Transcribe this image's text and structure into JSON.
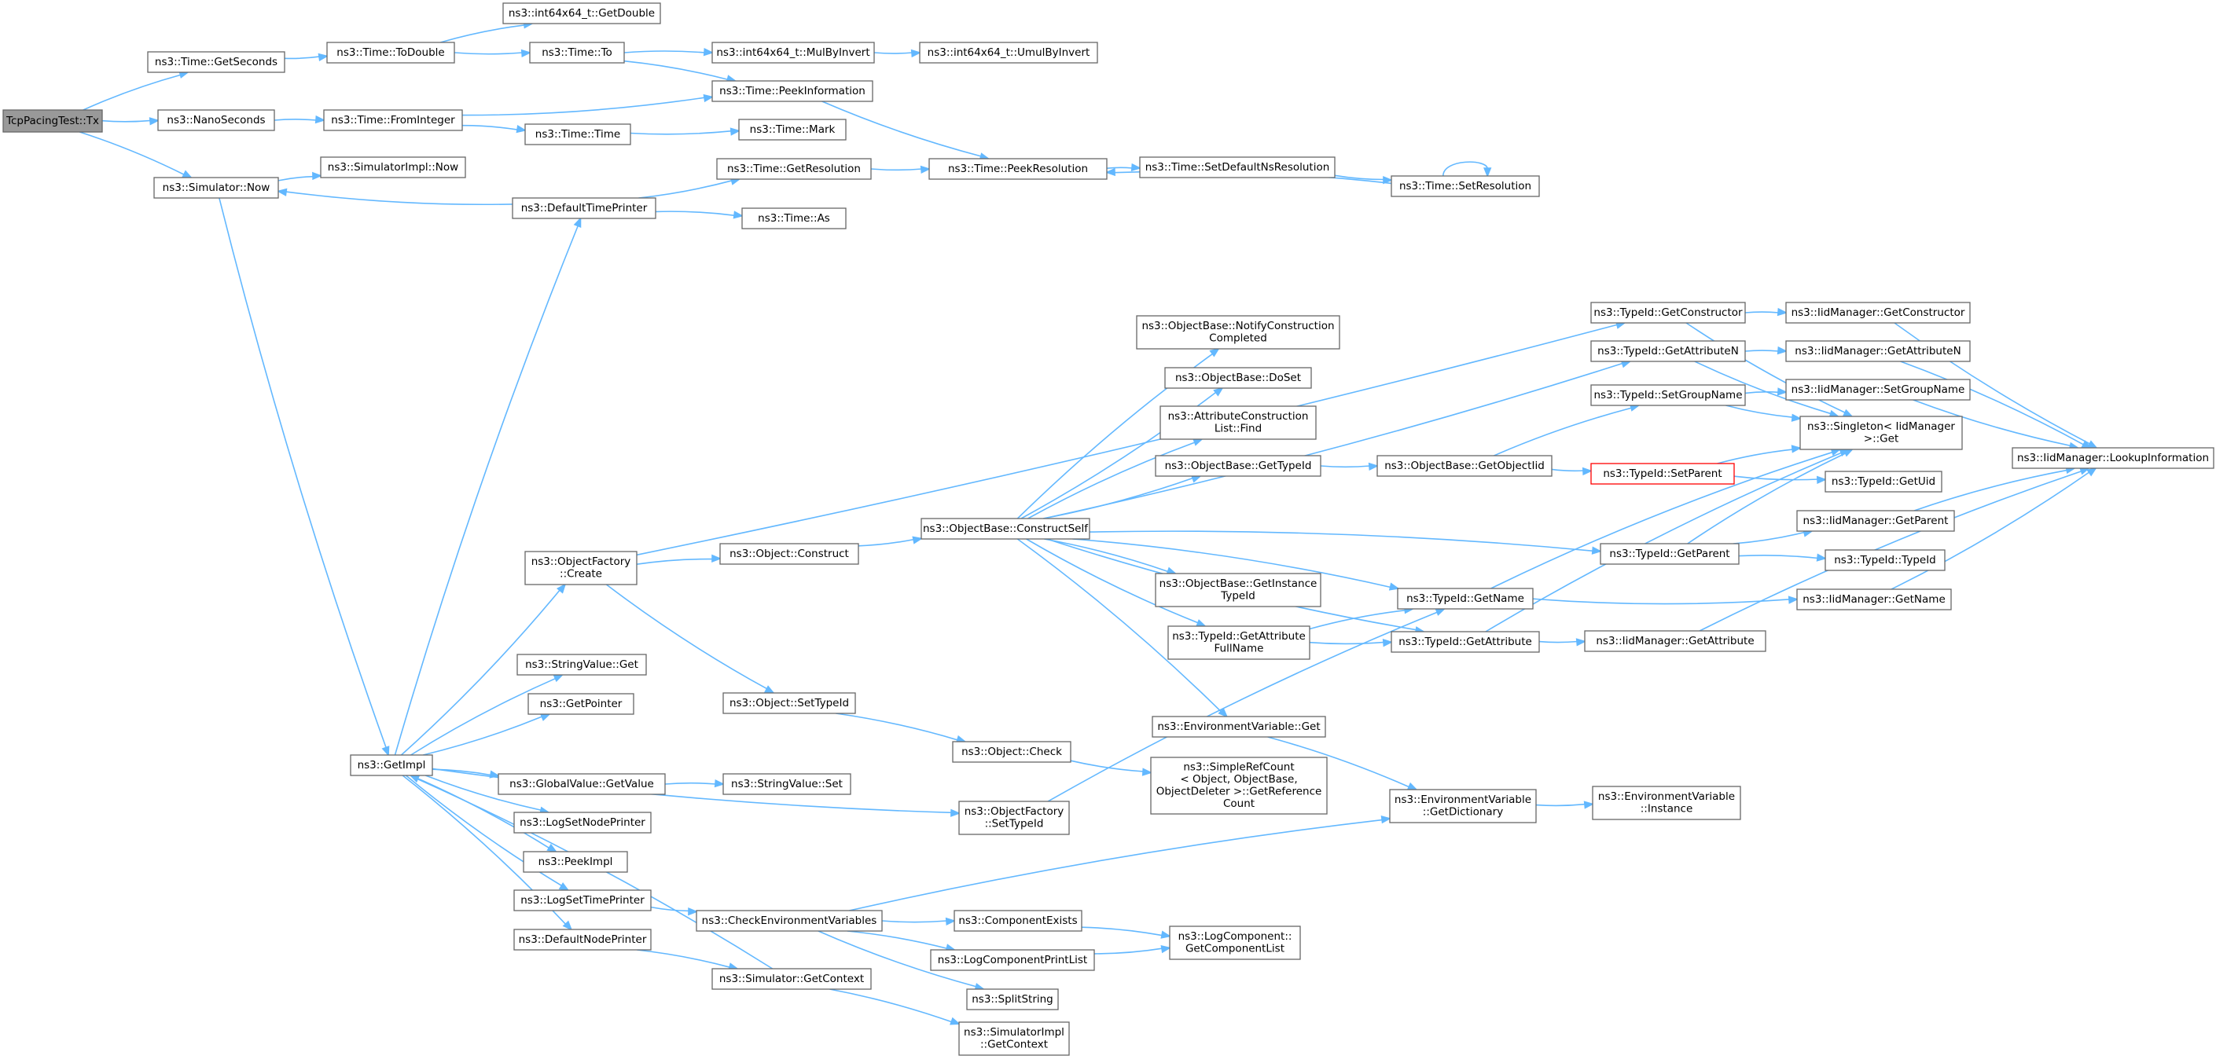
{
  "diagram": {
    "colors": {
      "edge": "#63b8ff",
      "node_border": "#666666",
      "root_fill": "#999999",
      "root_border": "#666666",
      "highlight_border": "#ff0000",
      "node_fill": "#ffffff"
    },
    "nodes": [
      {
        "id": "tx",
        "lines": [
          "TcpPacingTest::Tx"
        ],
        "style": "root"
      },
      {
        "id": "getseconds",
        "lines": [
          "ns3::Time::GetSeconds"
        ]
      },
      {
        "id": "nanoseconds",
        "lines": [
          "ns3::NanoSeconds"
        ]
      },
      {
        "id": "simnow",
        "lines": [
          "ns3::Simulator::Now"
        ]
      },
      {
        "id": "todouble",
        "lines": [
          "ns3::Time::ToDouble"
        ]
      },
      {
        "id": "getdouble",
        "lines": [
          "ns3::int64x64_t::GetDouble"
        ]
      },
      {
        "id": "timeto",
        "lines": [
          "ns3::Time::To"
        ]
      },
      {
        "id": "mulbyinvert",
        "lines": [
          "ns3::int64x64_t::MulByInvert"
        ]
      },
      {
        "id": "umulbyinvert",
        "lines": [
          "ns3::int64x64_t::UmulByInvert"
        ]
      },
      {
        "id": "peekinfo",
        "lines": [
          "ns3::Time::PeekInformation"
        ]
      },
      {
        "id": "frominteger",
        "lines": [
          "ns3::Time::FromInteger"
        ]
      },
      {
        "id": "timetime",
        "lines": [
          "ns3::Time::Time"
        ]
      },
      {
        "id": "mark",
        "lines": [
          "ns3::Time::Mark"
        ]
      },
      {
        "id": "simimplnow",
        "lines": [
          "ns3::SimulatorImpl::Now"
        ]
      },
      {
        "id": "dtp",
        "lines": [
          "ns3::DefaultTimePrinter"
        ]
      },
      {
        "id": "getresolution",
        "lines": [
          "ns3::Time::GetResolution"
        ]
      },
      {
        "id": "timeas",
        "lines": [
          "ns3::Time::As"
        ]
      },
      {
        "id": "peekresolution",
        "lines": [
          "ns3::Time::PeekResolution"
        ]
      },
      {
        "id": "setdefaultns",
        "lines": [
          "ns3::Time::SetDefaultNsResolution"
        ]
      },
      {
        "id": "setresolution",
        "lines": [
          "ns3::Time::SetResolution"
        ]
      },
      {
        "id": "getimpl",
        "lines": [
          "ns3::GetImpl"
        ]
      },
      {
        "id": "ofcreate",
        "lines": [
          "ns3::ObjectFactory",
          "::Create"
        ]
      },
      {
        "id": "stringvalueget",
        "lines": [
          "ns3::StringValue::Get"
        ]
      },
      {
        "id": "getpointer",
        "lines": [
          "ns3::GetPointer"
        ]
      },
      {
        "id": "globalvalue",
        "lines": [
          "ns3::GlobalValue::GetValue"
        ]
      },
      {
        "id": "logsetnode",
        "lines": [
          "ns3::LogSetNodePrinter"
        ]
      },
      {
        "id": "peekimpl",
        "lines": [
          "ns3::PeekImpl"
        ]
      },
      {
        "id": "logsettime",
        "lines": [
          "ns3::LogSetTimePrinter"
        ]
      },
      {
        "id": "defnodeprinter",
        "lines": [
          "ns3::DefaultNodePrinter"
        ]
      },
      {
        "id": "stringvalueset",
        "lines": [
          "ns3::StringValue::Set"
        ]
      },
      {
        "id": "objconstruct",
        "lines": [
          "ns3::Object::Construct"
        ]
      },
      {
        "id": "objsettypeid",
        "lines": [
          "ns3::Object::SetTypeId"
        ]
      },
      {
        "id": "objcheck",
        "lines": [
          "ns3::Object::Check"
        ]
      },
      {
        "id": "ofsettypeid",
        "lines": [
          "ns3::ObjectFactory",
          "::SetTypeId"
        ]
      },
      {
        "id": "checkenv",
        "lines": [
          "ns3::CheckEnvironmentVariables"
        ]
      },
      {
        "id": "simgetcontext",
        "lines": [
          "ns3::Simulator::GetContext"
        ]
      },
      {
        "id": "simimplgetcontext",
        "lines": [
          "ns3::SimulatorImpl",
          "::GetContext"
        ]
      },
      {
        "id": "compexists",
        "lines": [
          "ns3::ComponentExists"
        ]
      },
      {
        "id": "logcompprint",
        "lines": [
          "ns3::LogComponentPrintList"
        ]
      },
      {
        "id": "splitstring",
        "lines": [
          "ns3::SplitString"
        ]
      },
      {
        "id": "logcompgetlist",
        "lines": [
          "ns3::LogComponent::",
          "GetComponentList"
        ]
      },
      {
        "id": "constructself",
        "lines": [
          "ns3::ObjectBase::ConstructSelf"
        ]
      },
      {
        "id": "notifyconstr",
        "lines": [
          "ns3::ObjectBase::NotifyConstruction",
          "Completed"
        ]
      },
      {
        "id": "doset",
        "lines": [
          "ns3::ObjectBase::DoSet"
        ]
      },
      {
        "id": "attrconstrfind",
        "lines": [
          "ns3::AttributeConstruction",
          "List::Find"
        ]
      },
      {
        "id": "objbasegettypeid",
        "lines": [
          "ns3::ObjectBase::GetTypeId"
        ]
      },
      {
        "id": "getinstancetypeid",
        "lines": [
          "ns3::ObjectBase::GetInstance",
          "TypeId"
        ]
      },
      {
        "id": "getattrfullname",
        "lines": [
          "ns3::TypeId::GetAttribute",
          "FullName"
        ]
      },
      {
        "id": "envvarget",
        "lines": [
          "ns3::EnvironmentVariable::Get"
        ]
      },
      {
        "id": "simplerefcount",
        "lines": [
          "ns3::SimpleRefCount",
          "< Object, ObjectBase,",
          "ObjectDeleter >::GetReference",
          "Count"
        ]
      },
      {
        "id": "getobjectiid",
        "lines": [
          "ns3::ObjectBase::GetObjectIid"
        ]
      },
      {
        "id": "typeidgetname",
        "lines": [
          "ns3::TypeId::GetName"
        ]
      },
      {
        "id": "typeidgetattribute",
        "lines": [
          "ns3::TypeId::GetAttribute"
        ]
      },
      {
        "id": "envgetdict",
        "lines": [
          "ns3::EnvironmentVariable",
          "::GetDictionary"
        ]
      },
      {
        "id": "envinstance",
        "lines": [
          "ns3::EnvironmentVariable",
          "::Instance"
        ]
      },
      {
        "id": "getconstructor",
        "lines": [
          "ns3::TypeId::GetConstructor"
        ]
      },
      {
        "id": "getattributen",
        "lines": [
          "ns3::TypeId::GetAttributeN"
        ]
      },
      {
        "id": "setgroupname",
        "lines": [
          "ns3::TypeId::SetGroupName"
        ]
      },
      {
        "id": "setparent",
        "lines": [
          "ns3::TypeId::SetParent"
        ],
        "style": "highlight"
      },
      {
        "id": "getparent",
        "lines": [
          "ns3::TypeId::GetParent"
        ]
      },
      {
        "id": "iidgetattribute",
        "lines": [
          "ns3::IidManager::GetAttribute"
        ]
      },
      {
        "id": "iidgetconstructor",
        "lines": [
          "ns3::IidManager::GetConstructor"
        ]
      },
      {
        "id": "iidgetattributen",
        "lines": [
          "ns3::IidManager::GetAttributeN"
        ]
      },
      {
        "id": "iidsetgroupname",
        "lines": [
          "ns3::IidManager::SetGroupName"
        ]
      },
      {
        "id": "singletonget",
        "lines": [
          "ns3::Singleton< IidManager",
          " >::Get"
        ]
      },
      {
        "id": "typeidgetuid",
        "lines": [
          "ns3::TypeId::GetUid"
        ]
      },
      {
        "id": "iidgetparent",
        "lines": [
          "ns3::IidManager::GetParent"
        ]
      },
      {
        "id": "typeidtypeid",
        "lines": [
          "ns3::TypeId::TypeId"
        ]
      },
      {
        "id": "iidgetname",
        "lines": [
          "ns3::IidManager::GetName"
        ]
      },
      {
        "id": "lookupinfo",
        "lines": [
          "ns3::IidManager::LookupInformation"
        ]
      }
    ]
  }
}
